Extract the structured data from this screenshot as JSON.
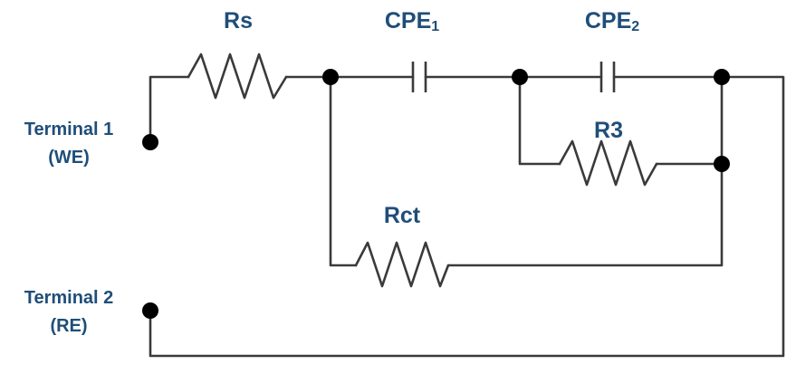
{
  "terminals": [
    {
      "line1": "Terminal 1",
      "line2": "(WE)"
    },
    {
      "line1": "Terminal 2",
      "line2": "(RE)"
    }
  ],
  "components": {
    "rs": {
      "label": "Rs"
    },
    "cpe1": {
      "label": "CPE",
      "subscript": "1"
    },
    "cpe2": {
      "label": "CPE",
      "subscript": "2"
    },
    "r3": {
      "label": "R3"
    },
    "rct": {
      "label": "Rct"
    }
  },
  "colors": {
    "label": "#1f4e79",
    "wire": "#3a3a3a",
    "node": "#000000"
  }
}
